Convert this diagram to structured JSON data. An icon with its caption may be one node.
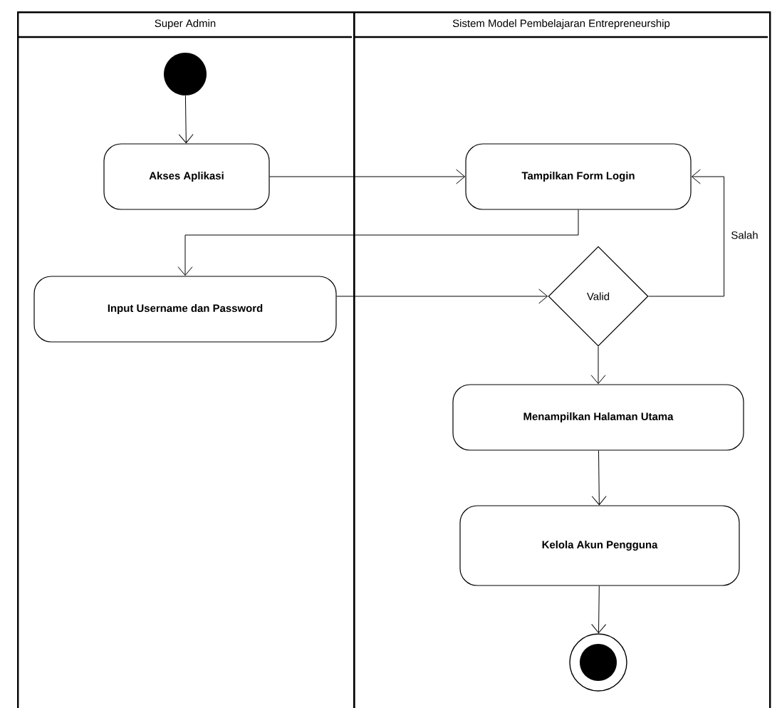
{
  "diagram": {
    "nodes": [
      {
        "text": [
          "Super Admin"
        ]
      },
      {
        "text": [
          "Sistem Model Pembelajaran Entrepreneurship"
        ]
      },
      {
        "text": [],
        "shape": "circle",
        "in": 0
      },
      {
        "text": [
          "Akses Aplikasi"
        ],
        "in": 0
      },
      {
        "text": [
          "Tampilkan Form Login"
        ],
        "in": 1
      },
      {
        "text": [
          "Input Username dan Password"
        ],
        "in": 0
      },
      {
        "text": [
          "Valid"
        ],
        "in": 1
      },
      {
        "text": [
          "Menampilkan Halaman Utama"
        ],
        "in": 1
      },
      {
        "text": [
          "Kelola Akun Pengguna"
        ],
        "in": 1
      },
      {
        "text": [],
        "shape": "circle",
        "in": 1
      }
    ],
    "edges": [
      {
        "from": 2,
        "to": 3,
        "arrow": "to"
      },
      {
        "from": 3,
        "to": 4,
        "arrow": "to"
      },
      {
        "from": 4,
        "to": 5,
        "arrow": "to"
      },
      {
        "from": 5,
        "to": 6,
        "arrow": "to"
      },
      {
        "from": 6,
        "to": 4,
        "arrow": "to",
        "label": "Salah"
      },
      {
        "from": 6,
        "to": 7,
        "arrow": "to"
      },
      {
        "from": 7,
        "to": 8,
        "arrow": "to"
      },
      {
        "from": 8,
        "to": 9,
        "arrow": "to"
      }
    ]
  }
}
